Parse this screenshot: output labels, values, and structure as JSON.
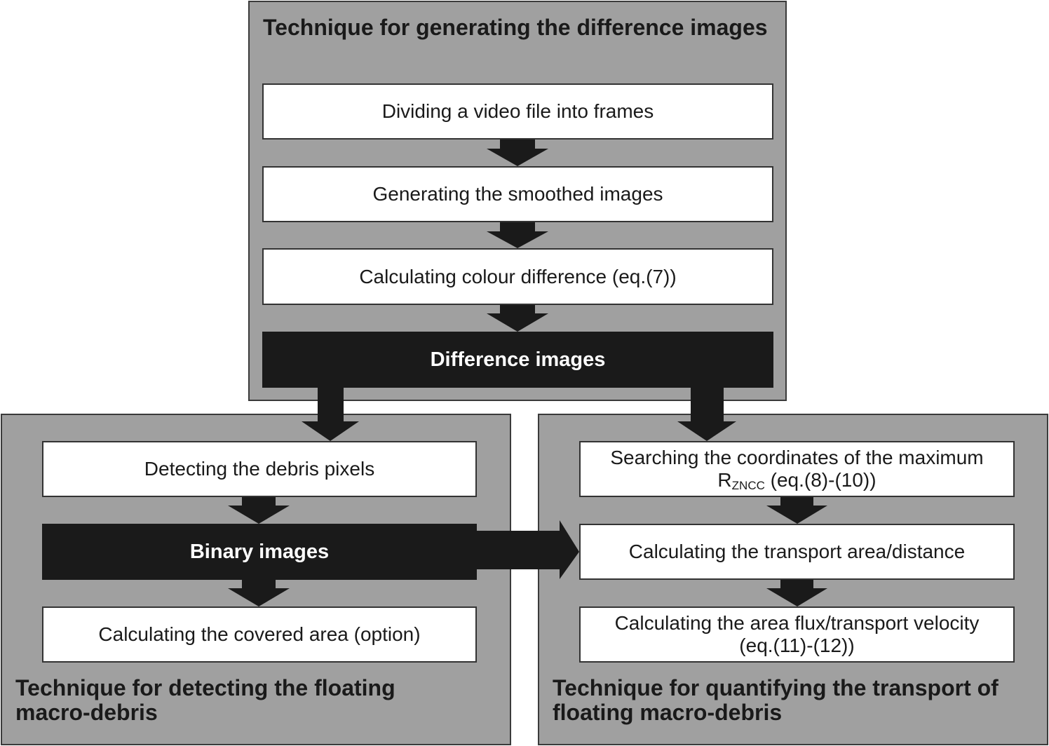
{
  "top_panel": {
    "title": "Technique for generating  the difference images",
    "steps": [
      "Dividing a video file into frames",
      "Generating the smoothed images",
      "Calculating colour difference (eq.(7))"
    ],
    "result": "Difference images"
  },
  "left_panel": {
    "title": "Technique for detecting the floating macro-debris",
    "step1": "Detecting the debris pixels",
    "result": "Binary images",
    "step2": "Calculating the covered area (option)"
  },
  "right_panel": {
    "title": "Technique for quantifying the transport of floating macro-debris",
    "step1_line1": "Searching the coordinates of the maximum",
    "step1_r": "R",
    "step1_sub": "ZNCC",
    "step1_rest": " (eq.(8)-(10))",
    "step2": "Calculating the transport area/distance",
    "step3": "Calculating the area flux/transport velocity (eq.(11)-(12))"
  }
}
